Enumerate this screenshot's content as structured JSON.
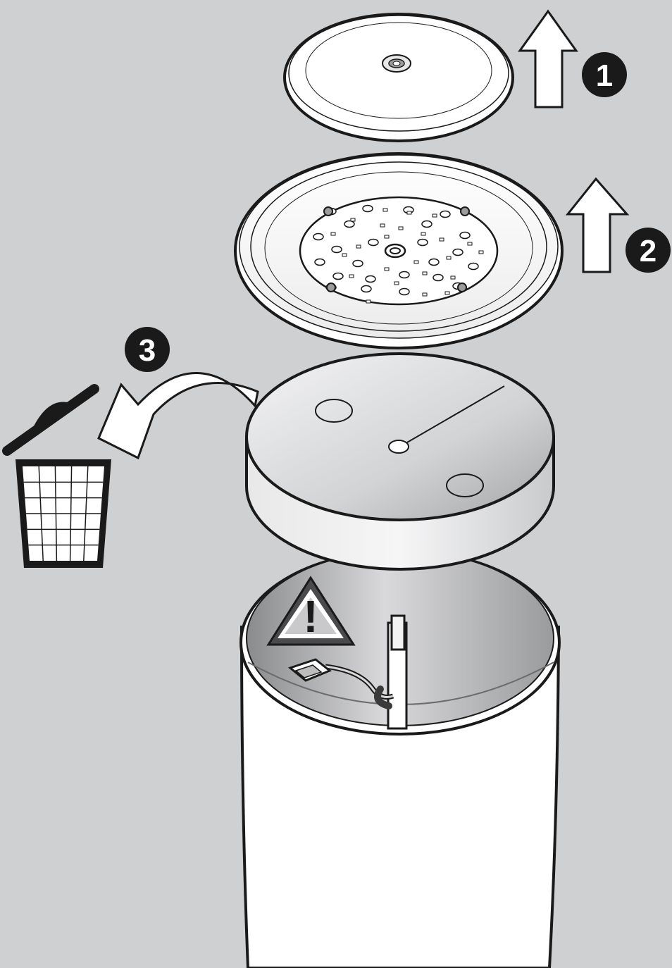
{
  "steps": [
    {
      "number": "1",
      "action": "lift-up"
    },
    {
      "number": "2",
      "action": "lift-up"
    },
    {
      "number": "3",
      "action": "discard"
    }
  ],
  "warning_symbol": "!",
  "icons": [
    "up-arrow-icon",
    "curved-arrow-icon",
    "trash-bin-icon",
    "warning-triangle-icon"
  ],
  "colors": {
    "background": "#cfd0d2",
    "outline": "#1a1a1a",
    "badge": "#1a1a1a",
    "part_fill": "#ffffff",
    "filter_shade": "#a9aaac"
  }
}
